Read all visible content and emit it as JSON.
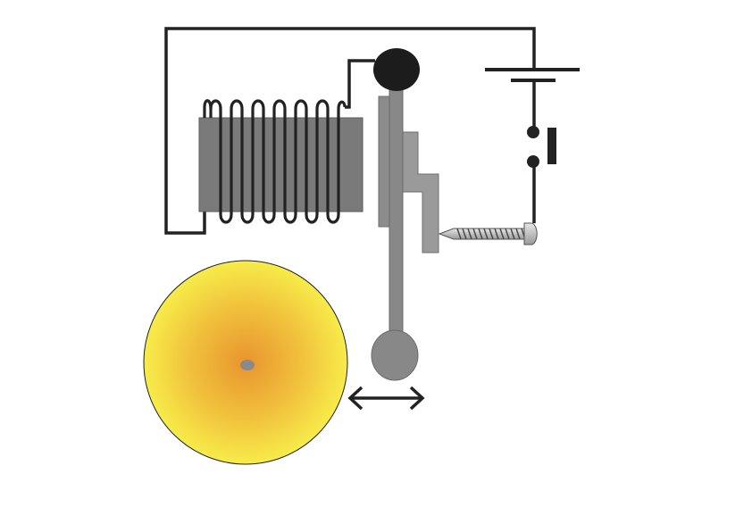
{
  "diagram": {
    "subject": "electric-bell-circuit",
    "components": [
      "wire-loop",
      "electromagnet-core",
      "coil-winding",
      "armature-pivot",
      "spring-strip",
      "hammer-arm",
      "hammer-head",
      "contact-screw",
      "push-switch",
      "battery",
      "bell-gong",
      "motion-arrow"
    ]
  },
  "colors": {
    "wire": "#222222",
    "core": "#7a7a7a",
    "core_outline": "#5a5a5a",
    "armature": "#8c8c8c",
    "spring": "#9a9a9a",
    "pivot": "#1c1c1c",
    "hammer": "#888888",
    "screw": "#c8c8c8",
    "gong_outer": "#f7ec4a",
    "gong_inner": "#e8952e",
    "gong_center": "#8a8a8a",
    "arrow": "#222222"
  }
}
